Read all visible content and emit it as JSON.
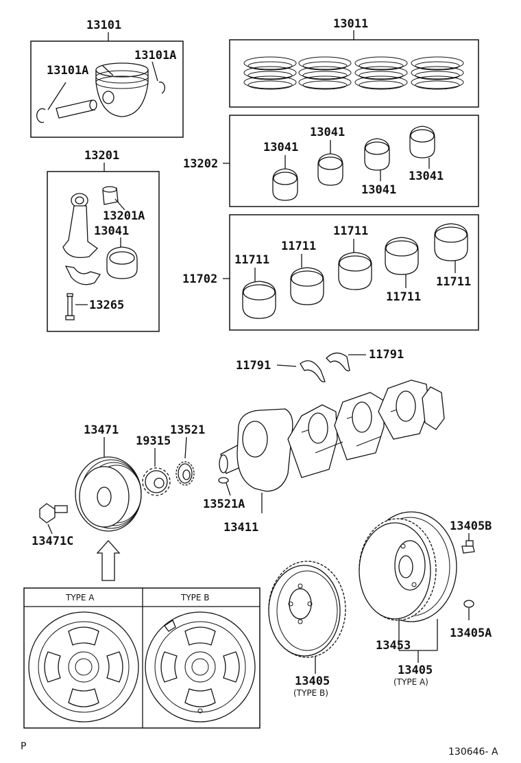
{
  "labels": {
    "piston_set": "13101",
    "piston_pin_clip_left": "13101A",
    "piston_pin_clip_right": "13101A",
    "ring_set": "13011",
    "conrod_assy": "13201",
    "conrod_bushing": "13201A",
    "conrod_bearing": "13041",
    "conrod_bolt": "13265",
    "conrod_bearing_set": "13202",
    "bearing_a": "13041",
    "bearing_b": "13041",
    "bearing_c": "13041",
    "bearing_d": "13041",
    "main_bearing_set": "11702",
    "main_bearing_a": "11711",
    "main_bearing_b": "11711",
    "main_bearing_c": "11711",
    "main_bearing_d": "11711",
    "main_bearing_e": "11711",
    "thrust_washer_left": "11791",
    "thrust_washer_right": "11791",
    "pulley": "13471",
    "pulley_bolt": "13471C",
    "oil_pump_gear": "19315",
    "timing_gear": "13521",
    "key": "13521A",
    "crankshaft": "13411",
    "flywheel_bolt": "13405B",
    "flywheel_b": "13405",
    "flywheel_b_note": "(TYPE B)",
    "ring_gear": "13453",
    "flywheel_a": "13405",
    "flywheel_a_note": "(TYPE A)",
    "knock_pin": "13405A"
  },
  "inset": {
    "type_a": "TYPE A",
    "type_b": "TYPE B"
  },
  "footer": {
    "left": "P",
    "code": "130646- A"
  }
}
